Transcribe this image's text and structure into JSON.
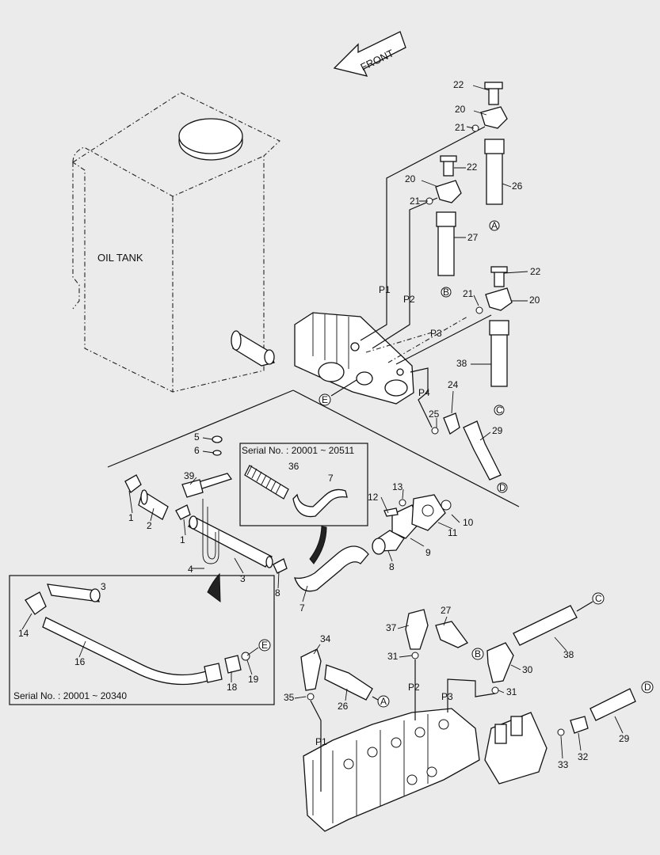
{
  "texts": {
    "front": "FRONT",
    "oil_tank": "OIL TANK",
    "serial_upper": "Serial No. : 20001 ~ 20511",
    "serial_lower": "Serial No. : 20001 ~ 20340"
  },
  "port_labels": [
    "P1",
    "P2",
    "P3",
    "P4",
    "P2",
    "P3",
    "P1"
  ],
  "callout_letters": [
    "A",
    "B",
    "C",
    "D",
    "E",
    "E",
    "A",
    "B",
    "C",
    "D"
  ],
  "part_numbers": [
    "22",
    "20",
    "21",
    "26",
    "22",
    "20",
    "21",
    "27",
    "22",
    "21",
    "20",
    "38",
    "24",
    "25",
    "29",
    "5",
    "6",
    "39",
    "36",
    "7",
    "1",
    "2",
    "1",
    "12",
    "13",
    "10",
    "11",
    "9",
    "8",
    "3",
    "4",
    "8",
    "7",
    "3",
    "14",
    "16",
    "19",
    "18",
    "34",
    "37",
    "27",
    "31",
    "26",
    "35",
    "38",
    "30",
    "31",
    "33",
    "32",
    "29"
  ]
}
